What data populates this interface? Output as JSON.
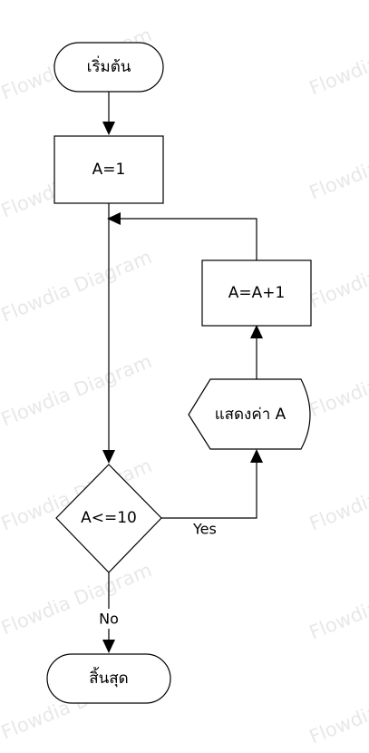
{
  "watermark": "Flowdia Diagram",
  "watermark_color": "#e8e8e8",
  "nodes": {
    "start": "เริ่มต้น",
    "init": "A=1",
    "condition": "A<=10",
    "display": "แสดงค่า A",
    "increment": "A=A+1",
    "end": "สิ้นสุด"
  },
  "edges": {
    "yes": "Yes",
    "no": "No"
  }
}
